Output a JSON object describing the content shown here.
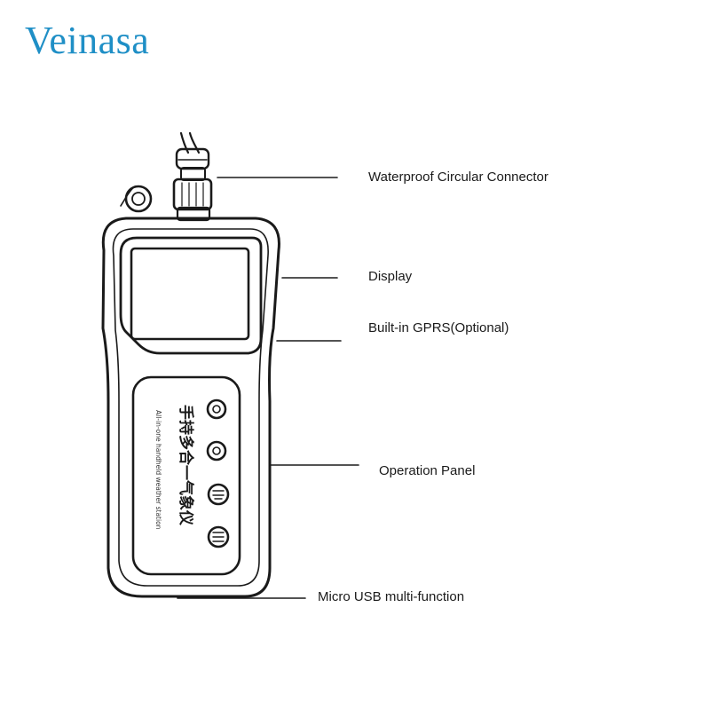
{
  "brand": {
    "logo_text": "Veinasa"
  },
  "device": {
    "label_line1": "手持多合一气象仪",
    "label_line2": "All-in-one handheld weather station"
  },
  "callouts": {
    "connector": "Waterproof Circular Connector",
    "display": "Display",
    "gprs": "Built-in GPRS(Optional)",
    "panel": "Operation Panel",
    "usb": "Micro USB multi-function"
  }
}
